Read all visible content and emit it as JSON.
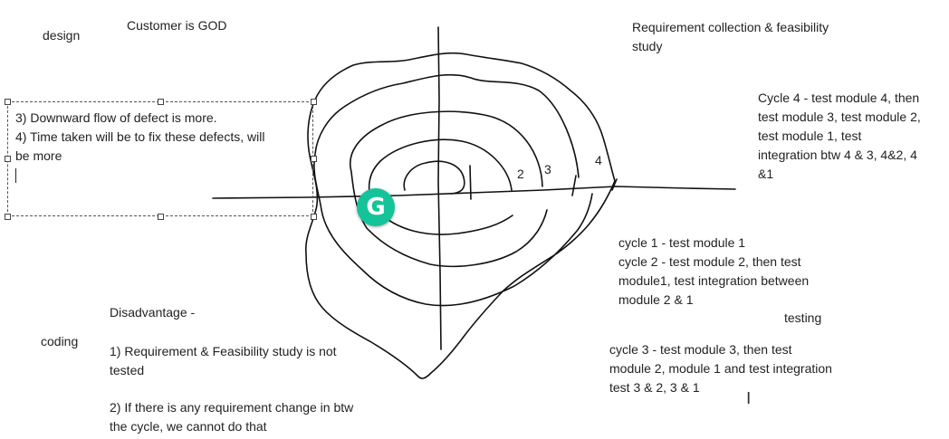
{
  "labels": {
    "design": "design",
    "customer": "Customer is GOD",
    "requirement": "Requirement collection & feasibility\nstudy",
    "coding": "coding",
    "testing": "testing"
  },
  "selection_text": {
    "line1": "3) Downward flow of defect is more.",
    "line2": "4) Time taken will be to fix these defects, will\nbe more"
  },
  "cycle4": "Cycle 4 - test module 4, then\ntest module 3, test module 2,\ntest module 1, test\nintegration btw 4 & 3, 4&2, 4\n&1",
  "cycles_1_2": "cycle 1 - test module 1\ncycle 2 - test module 2, then test\nmodule1, test integration between\nmodule 2 & 1",
  "cycle3": "cycle 3 - test module 3, then test\nmodule 2, module 1 and test integration\ntest 3 & 2, 3 & 1",
  "disadvantage": {
    "heading": "Disadvantage -",
    "point1": "1) Requirement & Feasibility study is not\ntested",
    "point2": "2) If there is any requirement change in btw\nthe cycle, we cannot do that"
  },
  "spiral_numbers": [
    "2",
    "3",
    "4"
  ],
  "grammarly_letter": "G",
  "colors": {
    "ink": "#222222",
    "grammarly": "#15c39a"
  },
  "icons": [
    "grammarly-icon",
    "text-cursor-icon"
  ]
}
